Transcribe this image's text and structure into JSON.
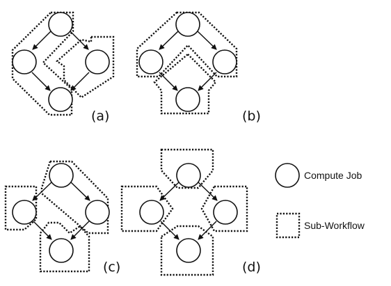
{
  "panels": [
    {
      "label": "(a)"
    },
    {
      "label": "(b)"
    },
    {
      "label": "(c)"
    },
    {
      "label": "(d)"
    }
  ],
  "legend": {
    "compute_job": "Compute Job",
    "sub_workflow": "Sub-Workflow"
  },
  "colors": {
    "stroke": "#111111",
    "background": "#ffffff"
  }
}
